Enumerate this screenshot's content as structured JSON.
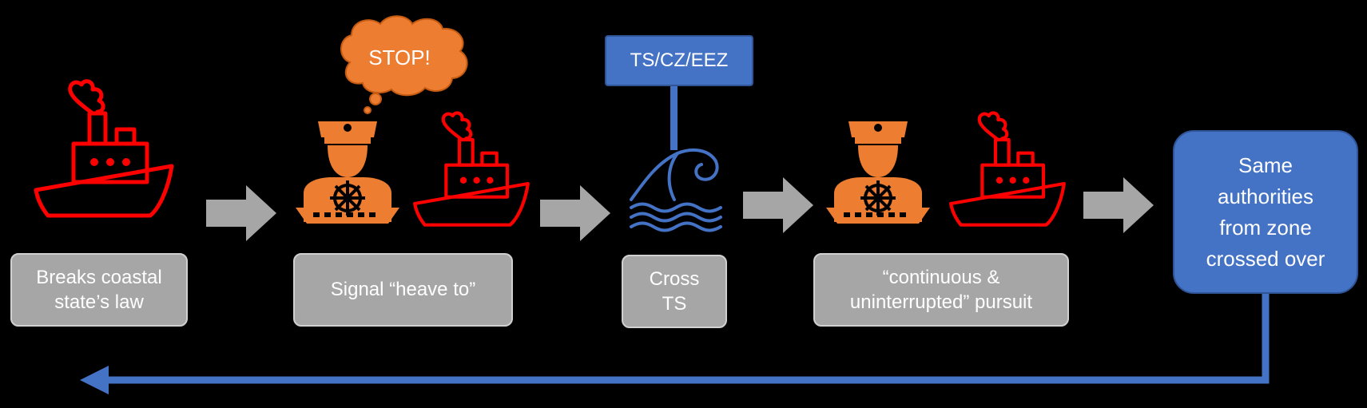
{
  "steps": [
    {
      "label": "Breaks coastal state’s law",
      "line1": "Breaks coastal",
      "line2": "state’s law"
    },
    {
      "label": "Signal “heave to”",
      "line1": "Signal “heave to”"
    },
    {
      "label": "Cross TS",
      "line1": "Cross",
      "line2": "TS"
    },
    {
      "label": "“continuous & uninterrupted” pursuit",
      "line1": "“continuous &",
      "line2": "uninterrupted” pursuit"
    }
  ],
  "speech_bubble": "STOP!",
  "zone_sign": "TS/CZ/EEZ",
  "final_box": {
    "line1": "Same",
    "line2": "authorities",
    "line3": "from zone",
    "line4": "crossed over"
  },
  "colors": {
    "ship": "#ff0000",
    "officer": "#ed7d31",
    "gray_box": "#a6a6a6",
    "blue": "#4472c4",
    "arrow_gray": "#a6a6a6",
    "wave": "#4472c4"
  },
  "icons": [
    "ship-icon",
    "captain-icon",
    "wave-icon",
    "right-arrow-icon",
    "return-arrow-icon"
  ]
}
